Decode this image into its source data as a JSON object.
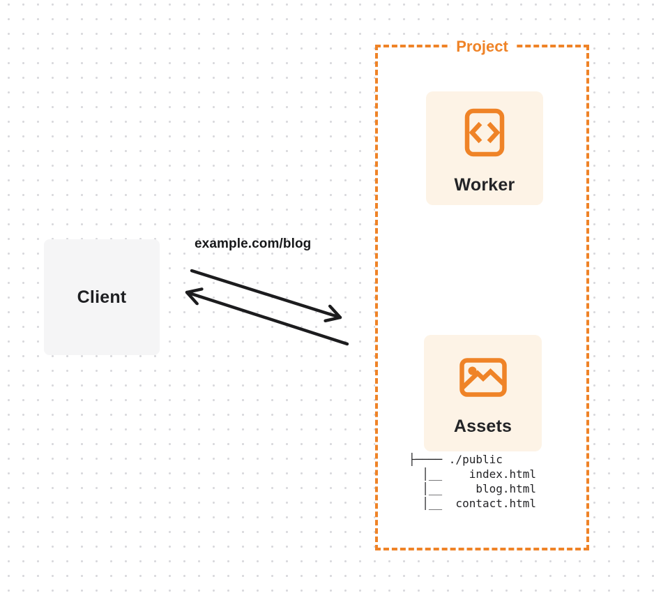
{
  "diagram": {
    "client": {
      "label": "Client"
    },
    "request": {
      "url": "example.com/blog"
    },
    "project": {
      "title": "Project",
      "worker": {
        "label": "Worker",
        "icon": "code-document-icon"
      },
      "assets": {
        "label": "Assets",
        "icon": "image-icon"
      },
      "file_tree": {
        "lines": [
          "├──── ./public",
          "  │__    index.html",
          "  │__     blog.html",
          "  │__  contact.html"
        ]
      }
    }
  },
  "colors": {
    "accent_orange": "#ef8327",
    "card_background": "#fdf3e6",
    "client_background": "#f5f5f6",
    "text_dark": "#1e1f22",
    "arrow_black": "#1c1c1e",
    "dot_grid": "#d8d8dc",
    "page_background": "#ffffff"
  }
}
